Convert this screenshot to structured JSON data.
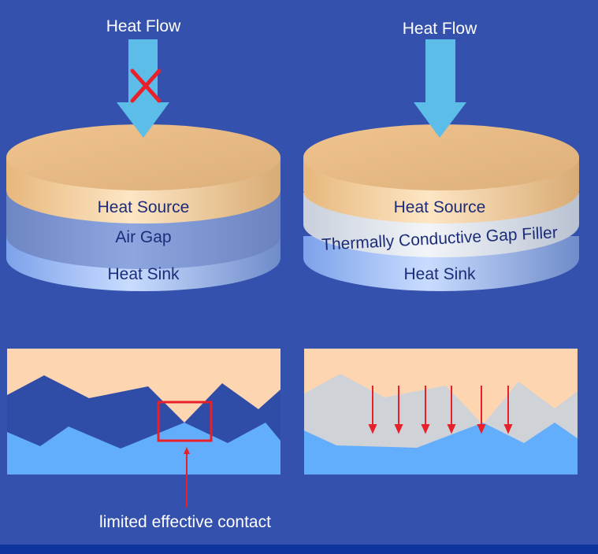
{
  "left": {
    "heat_flow": "Heat Flow",
    "heat_source": "Heat Source",
    "middle_layer": "Air Gap",
    "heat_sink": "Heat Sink",
    "callout": "limited effective contact"
  },
  "right": {
    "heat_flow": "Heat Flow",
    "heat_source": "Heat Source",
    "middle_layer": "Thermally Conductive Gap Filler",
    "heat_sink": "Heat Sink"
  },
  "colors": {
    "background": "#3451ad",
    "arrow": "#5bbde8",
    "peach": "#fdd5b1",
    "filler": "#cfd2d6",
    "sink": "#63aefc",
    "red": "#e8202a"
  }
}
